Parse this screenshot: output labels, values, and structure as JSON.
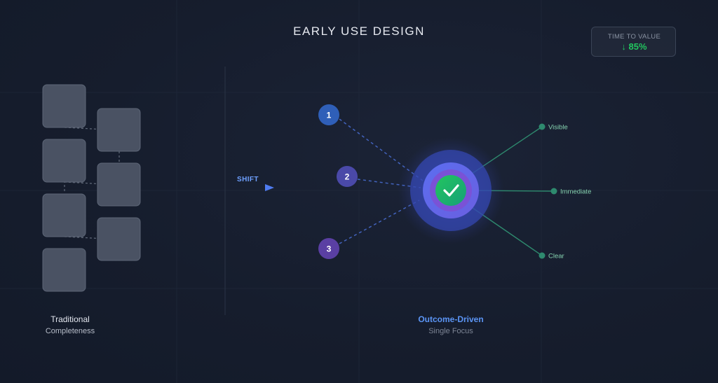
{
  "title": "EARLY USE DESIGN",
  "time_to_value": {
    "label": "TIME TO VALUE",
    "value": "↓ 85%"
  },
  "shift_label": "SHIFT",
  "traditional": {
    "caption_line1": "Traditional",
    "caption_line2": "Completeness"
  },
  "outcome": {
    "caption_line1": "Outcome-Driven",
    "caption_line2": "Single Focus"
  },
  "inputs": [
    {
      "label": "1",
      "color": "#2f5fb8"
    },
    {
      "label": "2",
      "color": "#4a49a8"
    },
    {
      "label": "3",
      "color": "#5a3fa3"
    }
  ],
  "outputs": [
    {
      "label": "Visible"
    },
    {
      "label": "Immediate"
    },
    {
      "label": "Clear"
    }
  ],
  "colors": {
    "background": "#151c2c",
    "accent_blue": "#5b95f5",
    "success_green": "#22c55e",
    "output_line": "#2e8a6e",
    "block_fill": "#4a5263"
  },
  "icons": {
    "center": "checkmark-icon",
    "shift": "arrow-right-icon"
  }
}
